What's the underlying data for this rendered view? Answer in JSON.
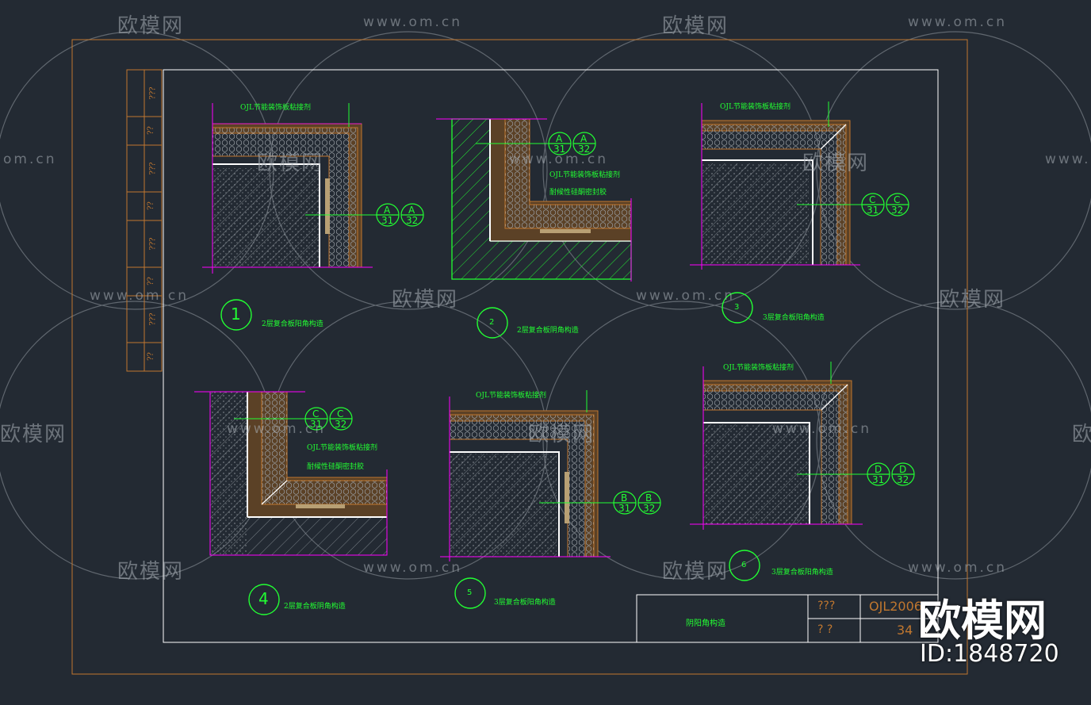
{
  "watermark": {
    "brand_cn": "欧模网",
    "url": "www.om.cn",
    "partial_url": "om.cn",
    "partial_cn": "欧模网"
  },
  "side_table": [
    "???",
    "??",
    "???",
    "??",
    "???",
    "??",
    "???",
    "??"
  ],
  "details": [
    {
      "number": "1",
      "title": "2层复合板阳角构造",
      "leader": "OJL节能装饰板粘接剂",
      "ref_letter": "A",
      "ref_a": "31",
      "ref_b": "32"
    },
    {
      "number": "2",
      "title": "2层复合板阴角构造",
      "leader": "OJL节能装饰板粘接剂",
      "leader2": "耐候性硅酮密封胶",
      "ref_letter": "A",
      "ref_a": "31",
      "ref_b": "32"
    },
    {
      "number": "3",
      "title": "3层复合板阳角构造",
      "leader": "OJL节能装饰板粘接剂",
      "ref_letter": "C",
      "ref_a": "31",
      "ref_b": "32"
    },
    {
      "number": "4",
      "title": "2层复合板阴角构造",
      "leader": "OJL节能装饰板粘接剂",
      "leader2": "耐候性硅酮密封胶",
      "ref_letter": "C",
      "ref_a": "31",
      "ref_b": "32"
    },
    {
      "number": "5",
      "title": "3层复合板阳角构造",
      "leader": "OJL节能装饰板粘接剂",
      "ref_letter": "B",
      "ref_a": "31",
      "ref_b": "32"
    },
    {
      "number": "6",
      "title": "3层复合板阳角构造",
      "leader": "OJL节能装饰板粘接剂",
      "ref_letter": "D",
      "ref_a": "31",
      "ref_b": "32"
    }
  ],
  "title_block": {
    "drawing_title": "阴阳角构造",
    "label_top": "???",
    "label_bottom": "?  ?",
    "code": "OJL2006",
    "page": "34"
  },
  "corner_brand": {
    "logo": "欧模网",
    "id": "ID:1848720"
  },
  "colors": {
    "background": "#232a33",
    "green": "#22ff33",
    "magenta": "#ff00ff",
    "orange": "#c0772f",
    "white": "#ffffff",
    "watermark": "#a9b0b7"
  }
}
